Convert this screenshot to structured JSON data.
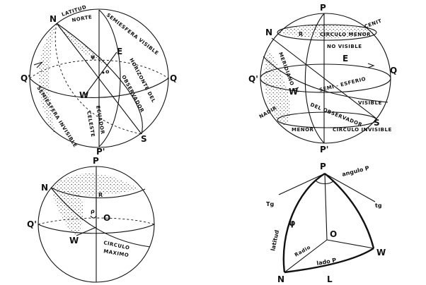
{
  "fig1": {
    "N": "N",
    "latitud": "LATITUD",
    "norte": "NORTE",
    "semiesfera_visible": "SEMIESFERA VISIBLE",
    "phi": "φ",
    "o": "o",
    "E": "E",
    "horizonte": "HORIZONTE DEL",
    "observador": "OBSERVADOR",
    "Qp": "Q'",
    "Q": "Q",
    "W": "W",
    "semiesfera_invisible": "SEMIESFERA INVISIBLE",
    "ecuador": "ECUADOR",
    "celeste": "CELESTE",
    "S": "S",
    "Pp": "P'"
  },
  "fig2": {
    "P": "P",
    "N": "N",
    "R": "R",
    "circulo_menor": "CIRCULO MENOR",
    "no_visible": "NO VISIBLE",
    "cenit": "CENIT",
    "Qp": "Q'",
    "E": "E",
    "Q": "Q",
    "meridiano": "MERIDIANO",
    "W": "W",
    "semi_esferio": "SEMI - ESFERIO",
    "del_observador": "DEL OBSERVADOR",
    "visible": "VISIBLE",
    "nadir": "NADIR",
    "menor": "MENOR",
    "circulo_inv": "CIRCULO INVISIBLE",
    "S": "S",
    "Pp": "P'"
  },
  "fig3": {
    "P": "P",
    "N": "N",
    "R": "R",
    "rho": "ρ",
    "O": "O",
    "Qp": "Q'",
    "W": "W",
    "circulo": "CIRCULO",
    "maximo": "MAXIMO"
  },
  "fig4": {
    "P": "P",
    "angulo": "angulo P",
    "tg1": "Tg",
    "tg2": "tg",
    "latitud": "latitud",
    "phi": "φ",
    "O": "O",
    "radio": "Radio",
    "lado": "lado P",
    "N": "N",
    "W": "W",
    "L": "L"
  }
}
